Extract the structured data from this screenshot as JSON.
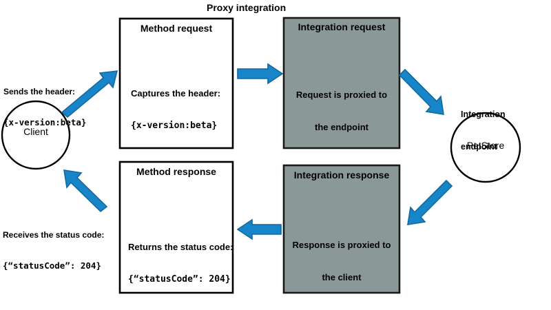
{
  "diagram": {
    "title": "Proxy integration",
    "nodes": {
      "client": {
        "label": "Client",
        "shape": "circle"
      },
      "petstore": {
        "label": "PetStore",
        "caption_line1": "Integration",
        "caption_line2": "endpoint",
        "shape": "circle"
      }
    },
    "boxes": [
      {
        "id": "method-request",
        "title": "Method request",
        "body_line1": "Captures the header:",
        "body_line2": "{x-version:beta}",
        "fill": "#ffffff",
        "stroke": "#000000"
      },
      {
        "id": "integration-request",
        "title": "Integration request",
        "body_line1": "Request is proxied to",
        "body_line2": "the endpoint",
        "fill": "#8A9898",
        "stroke": "#1A1A1A"
      },
      {
        "id": "method-response",
        "title": "Method response",
        "body_line1": "Returns the status code:",
        "body_line2": "{“statusCode”: 204}",
        "fill": "#ffffff",
        "stroke": "#000000"
      },
      {
        "id": "integration-response",
        "title": "Integration response",
        "body_line1": "Response is proxied to",
        "body_line2": "the client",
        "fill": "#8A9898",
        "stroke": "#1A1A1A"
      }
    ],
    "annotations": {
      "sends_line1": "Sends the header:",
      "sends_line2": "{x-version:beta}",
      "receives_line1": "Receives the status code:",
      "receives_line2": "{“statusCode”: 204}"
    },
    "arrows": [
      {
        "id": "client-to-method-request",
        "direction": "up-right"
      },
      {
        "id": "method-request-to-integration-request",
        "direction": "right"
      },
      {
        "id": "integration-request-to-endpoint",
        "direction": "down-right"
      },
      {
        "id": "endpoint-to-integration-response",
        "direction": "down-left"
      },
      {
        "id": "integration-response-to-method-response",
        "direction": "left"
      },
      {
        "id": "method-response-to-client",
        "direction": "up-left"
      }
    ],
    "colors": {
      "arrow_fill": "#1786C8",
      "arrow_stroke": "#1567A0",
      "box_gray": "#8A9898",
      "outline": "#000000",
      "background": "#ffffff"
    }
  }
}
